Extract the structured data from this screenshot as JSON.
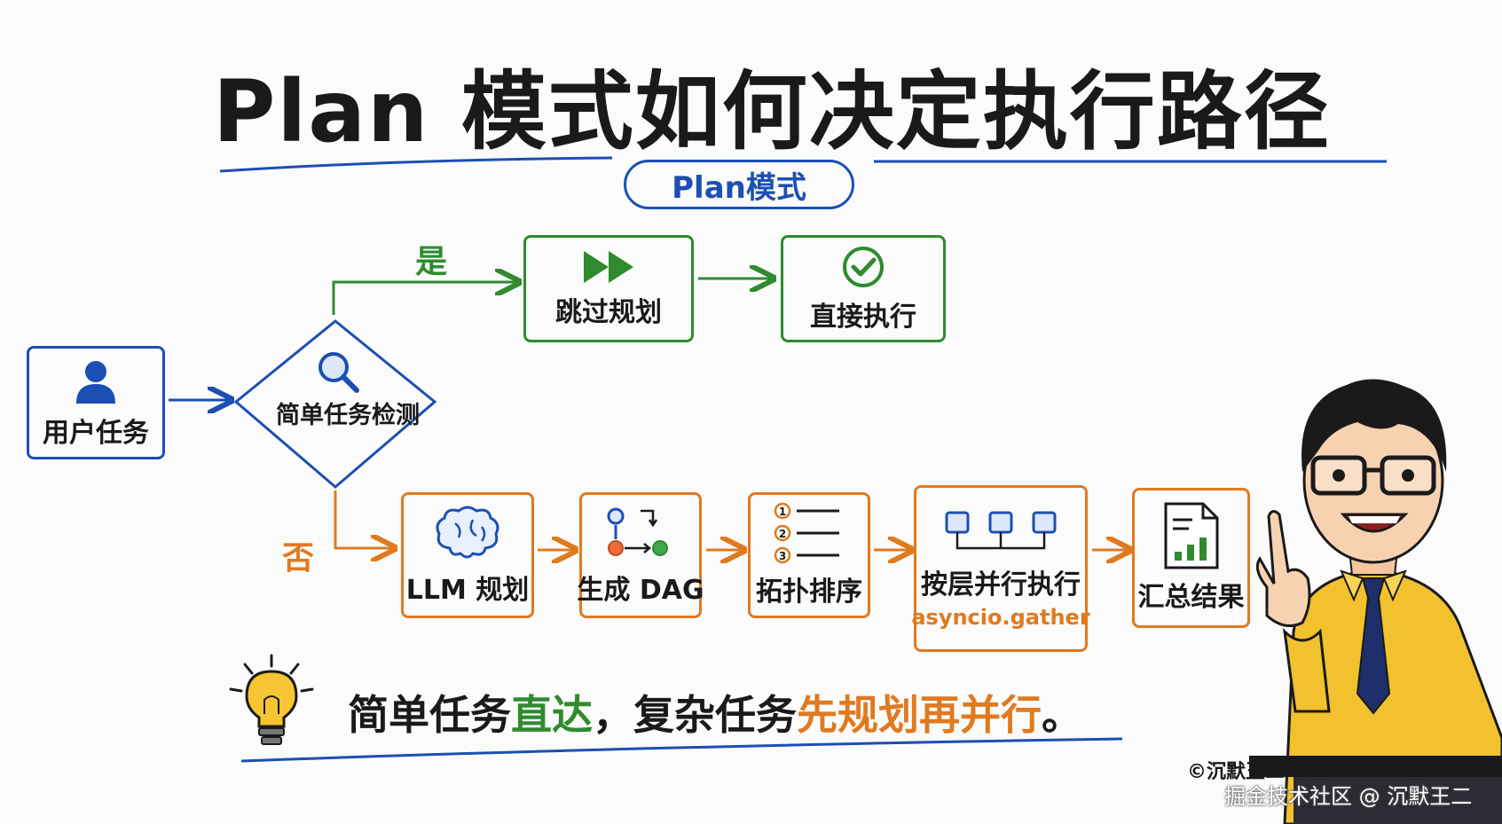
{
  "title": "Plan 模式如何决定执行路径",
  "pill": "Plan模式",
  "nodes": {
    "user_task": "用户任务",
    "detect": "简单任务检测",
    "skip_plan": "跳过规划",
    "direct_exec": "直接执行",
    "llm_plan": "LLM 规划",
    "gen_dag": "生成 DAG",
    "topo_sort": "拓扑排序",
    "layer_exec": "按层并行执行",
    "layer_exec_sub": "asyncio.gather",
    "summary": "汇总结果"
  },
  "branches": {
    "yes": "是",
    "no": "否"
  },
  "motto": {
    "p1": "简单任务",
    "p2": "直达",
    "p3": "，复杂任务",
    "p4": "先规划再并行",
    "p5": "。"
  },
  "copyright": "©沉默王二",
  "watermark": "掘金技术社区 @ 沉默王二",
  "colors": {
    "blue": "#1b4fb3",
    "green": "#2e8b2e",
    "orange": "#e07a1f"
  },
  "icons": [
    "user-icon",
    "magnifier-icon",
    "fast-forward-icon",
    "check-circle-icon",
    "brain-icon",
    "dag-icon",
    "numbered-list-icon",
    "layers-icon",
    "report-icon",
    "lightbulb-icon"
  ]
}
